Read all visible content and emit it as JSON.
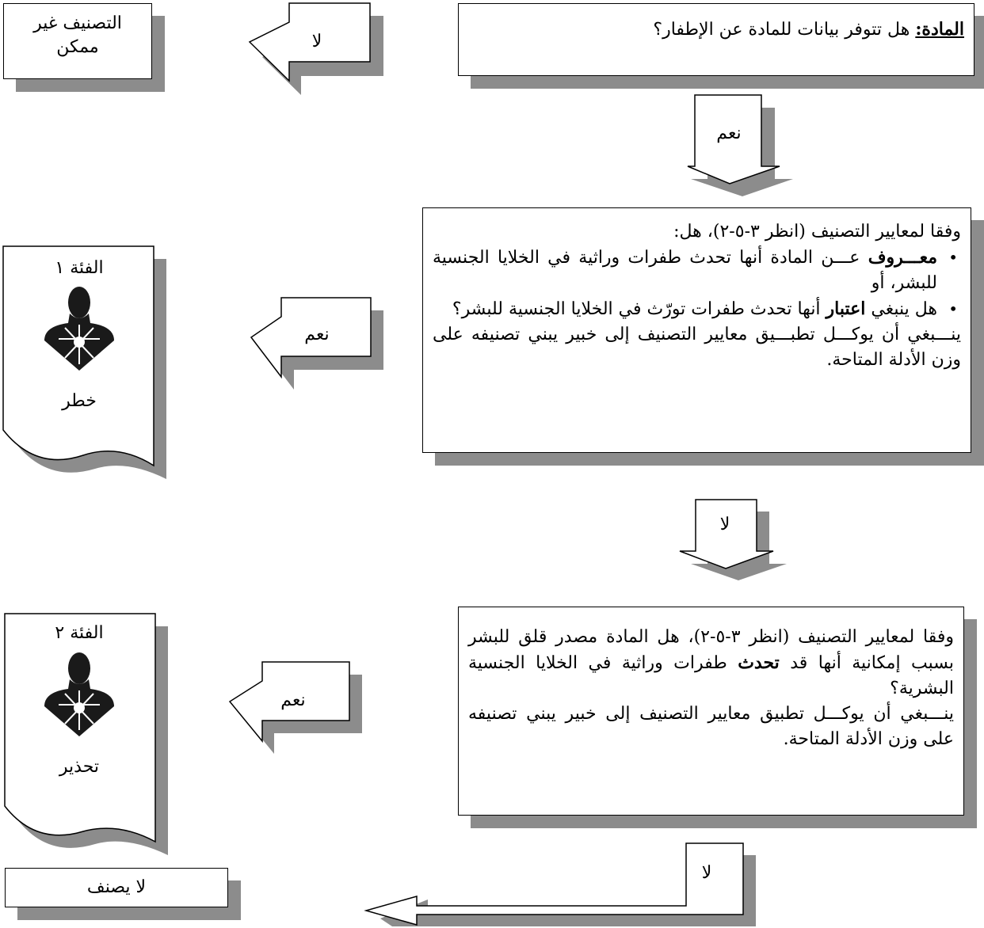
{
  "box1": {
    "label": "المادة:",
    "text": " هل تتوفر بيانات للمادة عن الإطفار؟"
  },
  "box2": {
    "intro": "وفقا لمعايير التصنيف (انظر ٣-٥-٢)، هل:",
    "bullet1_bold": "معـــروف",
    "bullet1_rest": " عـــن المادة أنها تحدث طفرات وراثية في الخلايا الجنسية للبشر، أو",
    "bullet2_pre": "هل ينبغي ",
    "bullet2_bold": "اعتبار",
    "bullet2_rest": " أنها تحدث طفرات تورّث في الخلايا الجنسية للبشر؟",
    "note": "ينـــبغي أن يوكـــل تطبـــيق معايير التصنيف إلى خبير يبني تصنيفه على وزن الأدلة المتاحة."
  },
  "box3": {
    "pre": "وفقا لمعايير التصنيف (انظر ٣-٥-٢)، هل المادة مصدر قلق للبشر بسبب إمكانية أنها قد ",
    "bold": "تحدث",
    "post": " طفرات وراثية في الخلايا الجنسية البشرية؟",
    "note": "ينـــبغي أن يوكـــل تطبيق معايير التصنيف إلى خبير يبني تصنيفه على وزن الأدلة المتاحة."
  },
  "no_class": {
    "line1": "التصنيف غير",
    "line2": "ممكن"
  },
  "cat1": {
    "category": "الفئة ١",
    "signal": "خطر"
  },
  "cat2": {
    "category": "الفئة ٢",
    "signal": "تحذير"
  },
  "not_classified": "لا يصنف",
  "arrows": {
    "no": "لا",
    "yes": "نعم"
  }
}
